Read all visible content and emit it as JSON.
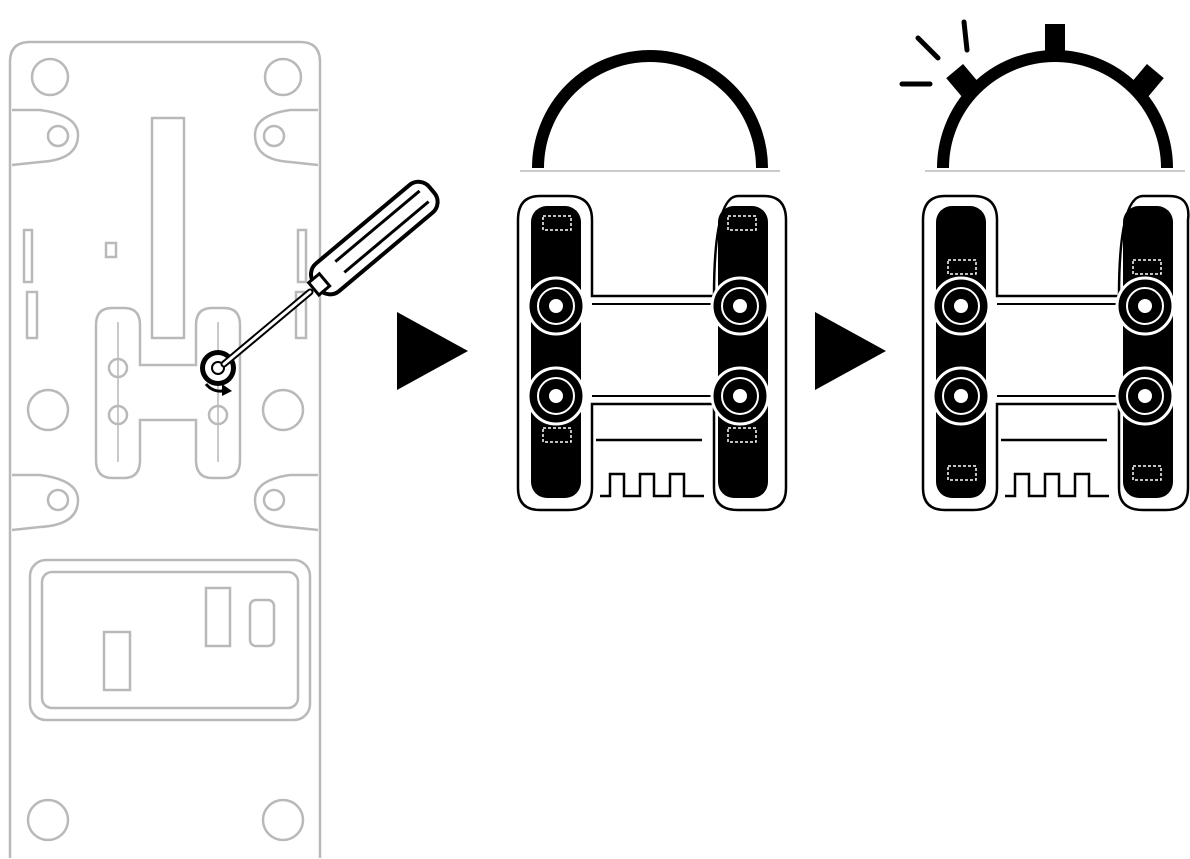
{
  "diagram": {
    "steps": [
      {
        "id": "base-plate",
        "description_visible": ""
      },
      {
        "id": "step-before",
        "description_visible": ""
      },
      {
        "id": "step-after",
        "description_visible": ""
      }
    ],
    "colors": {
      "ink": "#000000",
      "light_outline": "#b9b9b9",
      "paper": "#ffffff"
    },
    "icons": [
      "screwdriver-icon",
      "rotate-arrow-icon",
      "play-arrow-icon",
      "click-burst-icon"
    ]
  }
}
